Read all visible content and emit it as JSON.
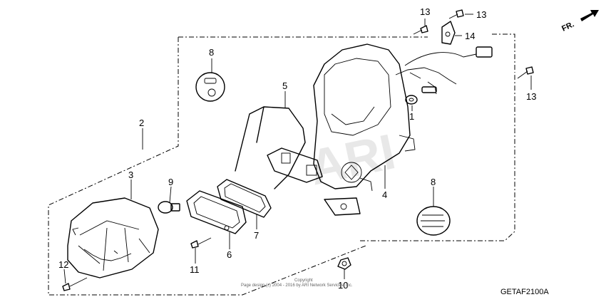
{
  "diagram": {
    "code": "GETAF2100A",
    "direction_label": "FR.",
    "copyright_line1": "Copyright",
    "copyright_line2": "Page design (c) 2004 - 2016 by ARI Network Services, Inc.",
    "watermark": "ARI",
    "callouts": [
      {
        "id": "c13a",
        "text": "13"
      },
      {
        "id": "c13b",
        "text": "13"
      },
      {
        "id": "c13c",
        "text": "13"
      },
      {
        "id": "c14",
        "text": "14"
      },
      {
        "id": "c8a",
        "text": "8"
      },
      {
        "id": "c8b",
        "text": "8"
      },
      {
        "id": "c5",
        "text": "5"
      },
      {
        "id": "c1",
        "text": "1"
      },
      {
        "id": "c2",
        "text": "2"
      },
      {
        "id": "c3",
        "text": "3"
      },
      {
        "id": "c9",
        "text": "9"
      },
      {
        "id": "c4",
        "text": "4"
      },
      {
        "id": "c6",
        "text": "6"
      },
      {
        "id": "c7",
        "text": "7"
      },
      {
        "id": "c11",
        "text": "11"
      },
      {
        "id": "c12",
        "text": "12"
      },
      {
        "id": "c10",
        "text": "10"
      }
    ]
  }
}
